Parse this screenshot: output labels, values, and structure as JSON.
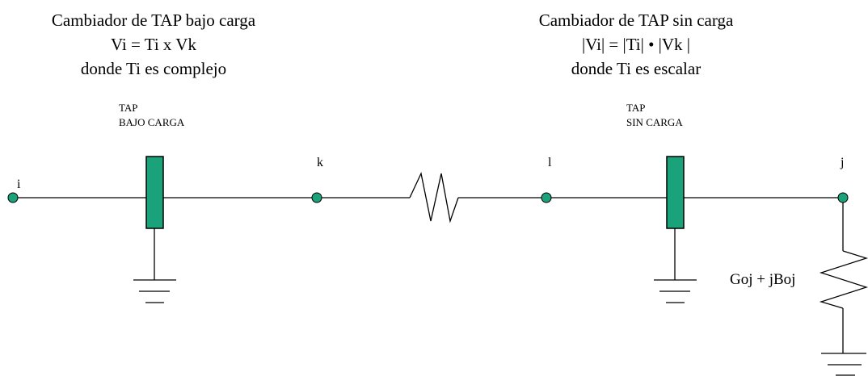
{
  "left_block": {
    "line1": "Cambiador de TAP bajo carga",
    "line2": "Vi = Ti x Vk",
    "line3": "donde Ti es complejo"
  },
  "right_block": {
    "line1": "Cambiador de TAP sin carga",
    "line2": "|Vi| = |Ti| • |Vk |",
    "line3": "donde Ti es escalar"
  },
  "tap_left": {
    "label1": "TAP",
    "label2": "BAJO CARGA"
  },
  "tap_right": {
    "label1": "TAP",
    "label2": "SIN CARGA"
  },
  "nodes": {
    "i": "i",
    "k": "k",
    "l": "l",
    "j": "j"
  },
  "shunt_label": "Goj + jBoj",
  "colors": {
    "node_fill": "#1aa37a",
    "tap_fill": "#1aa37a",
    "line": "#000000"
  }
}
